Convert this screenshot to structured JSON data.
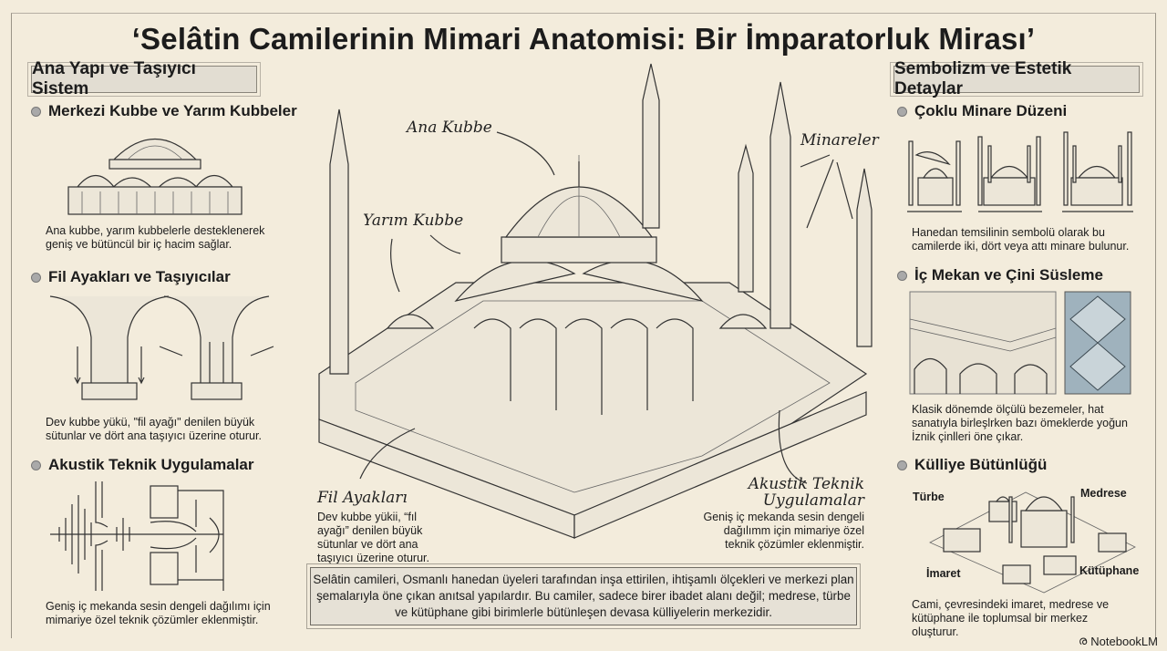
{
  "title": "‘Selâtin Camilerinin Mimari Anatomisi: Bir İmparatorluk Mirası’",
  "left": {
    "header": "Ana Yapı ve Taşıyıcı Sistem",
    "sections": [
      {
        "title": "Merkezi Kubbe ve Yarım Kubbeler",
        "text": "Ana kubbe, yarım kubbelerle desteklenerek geniş ve bütüncül bir iç hacim sağlar."
      },
      {
        "title": "Fil Ayakları ve Taşıyıcılar",
        "text": "Dev kubbe yükü, \"fil ayağı\" denilen büyük sütunlar ve dört ana taşıyıcı üzerine oturur."
      },
      {
        "title": "Akustik Teknik Uygulamalar",
        "text": "Geniş iç mekanda sesin dengeli dağılımı için mimariye özel teknik çözümler eklenmiştir."
      }
    ]
  },
  "right": {
    "header": "Sembolizm ve Estetik Detaylar",
    "sections": [
      {
        "title": "Çoklu Minare Düzeni",
        "text": "Hanedan temsilinin sembolü olarak bu camilerde iki, dört veya attı minare bulunur."
      },
      {
        "title": "İç Mekan ve Çini Süsleme",
        "text": "Klasik dönemde ölçülü bezemeler, hat sanatıyla birleşlrken bazı ömeklerde yoğun İznik çinlleri öne çıkar."
      },
      {
        "title": "Külliye Bütünlüğü",
        "text": "Cami, çevresindeki imaret, medrese ve kütüphane ile toplumsal bir merkez oluşturur.",
        "labels": {
          "turbe": "Türbe",
          "medrese": "Medrese",
          "imaret": "İmaret",
          "kutuphane": "Kütüphane"
        }
      }
    ]
  },
  "center": {
    "labels": {
      "ana_kubbe": "Ana Kubbe",
      "yarim_kubbe": "Yarım Kubbe",
      "minareler": "Minareler",
      "fil_ayaklari": "Fil Ayakları",
      "akustik": "Akustik Teknik Uygulamalar"
    },
    "fil_text": "Dev kubbe yükii, “fıl ayağı” denilen büyük sütunlar ve dört ana taşıyıcı üzerine oturur.",
    "akustik_text": "Geniş iç mekanda sesin dengeli dağılımm için mimariye özel teknik çözümler eklenmiştir."
  },
  "caption": "Selâtin camileri, Osmanlı hanedan üyeleri tarafından inşa ettirilen, ihtişamlı ölçekleri ve merkezi plan şemalarıyla öne çıkan anıtsal yapılardır. Bu camiler, sadece birer ibadet alanı değil; medrese, türbe ve kütüphane gibi birimlerle bütünleşen devasa külliyelerin merkezidir.",
  "brand": "NotebookLM"
}
